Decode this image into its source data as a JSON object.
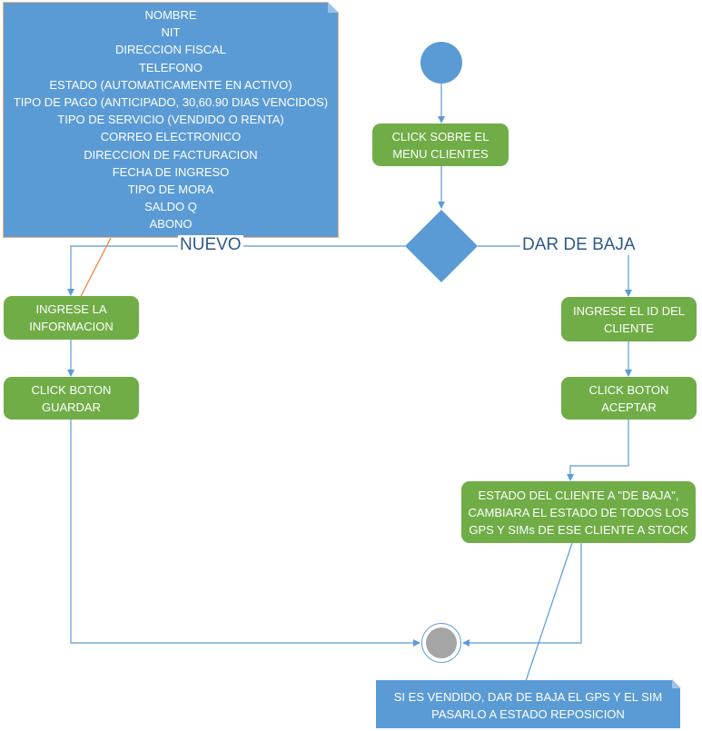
{
  "note_main": {
    "lines": [
      "NOMBRE",
      "NIT",
      "DIRECCION FISCAL",
      "TELEFONO",
      "ESTADO (AUTOMATICAMENTE EN ACTIVO)",
      "TIPO DE PAGO (ANTICIPADO, 30,60.90 DIAS VENCIDOS)",
      "TIPO DE SERVICIO (VENDIDO O RENTA)",
      "CORREO ELECTRONICO",
      "DIRECCION DE FACTURACION",
      "FECHA DE INGRESO",
      "TIPO DE MORA",
      "SALDO Q",
      "ABONO"
    ]
  },
  "actions": {
    "click_menu": {
      "line1": "CLICK SOBRE EL",
      "line2": "MENU CLIENTES"
    },
    "ingrese_info": {
      "line1": "INGRESE LA",
      "line2": "INFORMACION"
    },
    "click_guardar": {
      "line1": "CLICK BOTON",
      "line2": "GUARDAR"
    },
    "ingrese_id": {
      "line1": "INGRESE EL ID DEL",
      "line2": "CLIENTE"
    },
    "click_aceptar": {
      "line1": "CLICK BOTON",
      "line2": "ACEPTAR"
    },
    "estado_baja": {
      "line1": "ESTADO DEL CLIENTE A \"DE BAJA\",",
      "line2": "CAMBIARA EL ESTADO DE TODOS LOS",
      "line3": "GPS Y SIMs DE ESE CLIENTE A STOCK"
    }
  },
  "branches": {
    "left": "NUEVO",
    "right": "DAR DE BAJA"
  },
  "note_bottom": {
    "line1": "SI ES VENDIDO, DAR DE BAJA EL GPS Y EL SIM",
    "line2": "PASARLO A ESTADO REPOSICION"
  },
  "colors": {
    "action_fill": "#70ad47",
    "node_fill": "#5b9bd5",
    "note_fill": "#5b9bd5",
    "note_connector": "#ed7d31",
    "end_core": "#a5a5a5"
  }
}
